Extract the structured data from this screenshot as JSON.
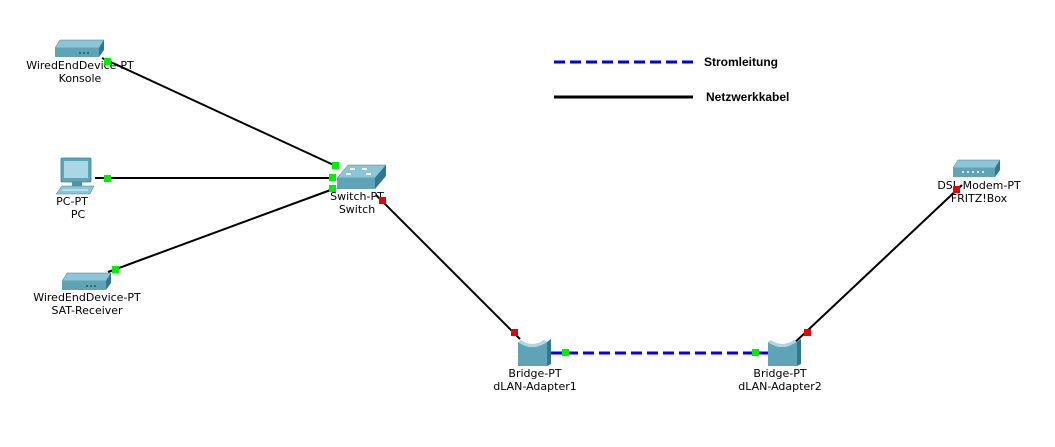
{
  "legend": {
    "items": [
      {
        "label": "Stromleitung",
        "style": "dashed",
        "color": "#0000ee"
      },
      {
        "label": "Netzwerkkabel",
        "style": "solid",
        "color": "#000000"
      }
    ]
  },
  "colors": {
    "port_up": "#00ee00",
    "port_down": "#ee0000",
    "device_face": "#5fa3b7",
    "device_top": "#8cc6d6",
    "device_side": "#2f7890"
  },
  "devices": [
    {
      "id": "konsole",
      "icon": "wired-end-device-icon",
      "type": "WiredEndDevice-PT",
      "name": "Konsole"
    },
    {
      "id": "pc",
      "icon": "pc-icon",
      "type": "PC-PT",
      "name": "PC"
    },
    {
      "id": "sat",
      "icon": "wired-end-device-icon",
      "type": "WiredEndDevice-PT",
      "name": "SAT-Receiver"
    },
    {
      "id": "switch",
      "icon": "switch-icon",
      "type": "Switch-PT",
      "name": "Switch"
    },
    {
      "id": "adapter1",
      "icon": "bridge-icon",
      "type": "Bridge-PT",
      "name": "dLAN-Adapter1"
    },
    {
      "id": "adapter2",
      "icon": "bridge-icon",
      "type": "Bridge-PT",
      "name": "dLAN-Adapter2"
    },
    {
      "id": "modem",
      "icon": "dsl-modem-icon",
      "type": "DSL-Modem-PT",
      "name": "FRITZ!Box"
    }
  ],
  "links": [
    {
      "from": "konsole",
      "to": "switch",
      "kind": "Netzwerkkabel",
      "from_port": "up",
      "to_port": "up"
    },
    {
      "from": "pc",
      "to": "switch",
      "kind": "Netzwerkkabel",
      "from_port": "up",
      "to_port": "up"
    },
    {
      "from": "sat",
      "to": "switch",
      "kind": "Netzwerkkabel",
      "from_port": "up",
      "to_port": "up"
    },
    {
      "from": "switch",
      "to": "adapter1",
      "kind": "Netzwerkkabel",
      "from_port": "down",
      "to_port": "down"
    },
    {
      "from": "adapter1",
      "to": "adapter2",
      "kind": "Stromleitung",
      "from_port": "up",
      "to_port": "up"
    },
    {
      "from": "adapter2",
      "to": "modem",
      "kind": "Netzwerkkabel",
      "from_port": "down",
      "to_port": "down"
    }
  ]
}
